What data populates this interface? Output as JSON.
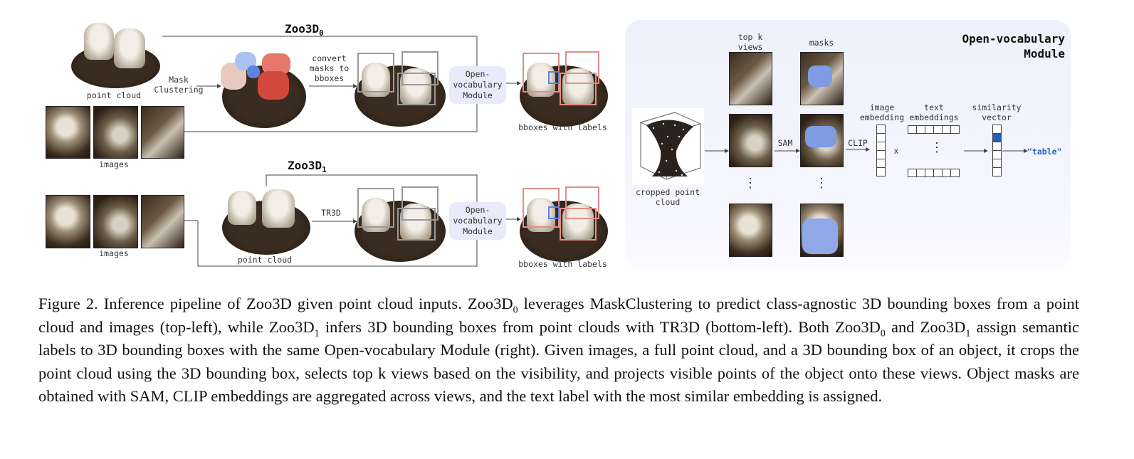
{
  "diagram": {
    "zoo0_title": "Zoo3D",
    "zoo0_sub": "0",
    "zoo1_title": "Zoo3D",
    "zoo1_sub": "1",
    "point_cloud_label_top": "point cloud",
    "images_label_top": "images",
    "mask_clustering": [
      "Mask",
      "Clustering"
    ],
    "convert_masks": [
      "convert",
      "masks to",
      "bboxes"
    ],
    "ov_module_pill": [
      "Open-",
      "vocabulary",
      "Module"
    ],
    "bboxes_with_labels": "bboxes with labels",
    "images_label_bottom": "images",
    "point_cloud_label_bottom": "point cloud",
    "tr3d": "TR3D",
    "ov_panel_title": [
      "Open-vocabulary",
      "Module"
    ],
    "top_k_views": [
      "top k",
      "views"
    ],
    "masks": "masks",
    "sam": "SAM",
    "clip": "CLIP",
    "image_embedding": [
      "image",
      "embedding"
    ],
    "text_embeddings": [
      "text",
      "embeddings"
    ],
    "similarity_vector": [
      "similarity",
      "vector"
    ],
    "times": "x",
    "cropped_point_cloud": [
      "cropped point",
      "cloud"
    ],
    "result_label": "\"table\"",
    "vdots": "⋮"
  },
  "caption": {
    "fig": "Figure 2.",
    "s1a": " Inference pipeline of Zoo3D  given point cloud inputs. Zoo3D",
    "s1b": " leverages MaskClustering to predict class-agnostic 3D bounding boxes from a point cloud and images (top-left), while Zoo3D",
    "s1c": " infers 3D bounding boxes from point clouds with TR3D (bottom-left). Both Zoo3D",
    "s1d": " and Zoo3D",
    "s1e": " assign semantic labels to 3D bounding boxes with the same Open-vocabulary Module (right).  Given images, a full point cloud, and a 3D bounding box of an object, it crops the point cloud using the 3D bounding box, selects top k views based on the visibility, and projects visible points of the object onto these views.  Object masks are obtained with SAM, CLIP embeddings are aggregated across views, and the text label with the most similar embedding is assigned.",
    "sub0": "0",
    "sub1": "1"
  },
  "colors": {
    "accent_blue": "#1f5fbf",
    "pill": "#e9ebfb",
    "bbox_red": "#e08f86"
  }
}
